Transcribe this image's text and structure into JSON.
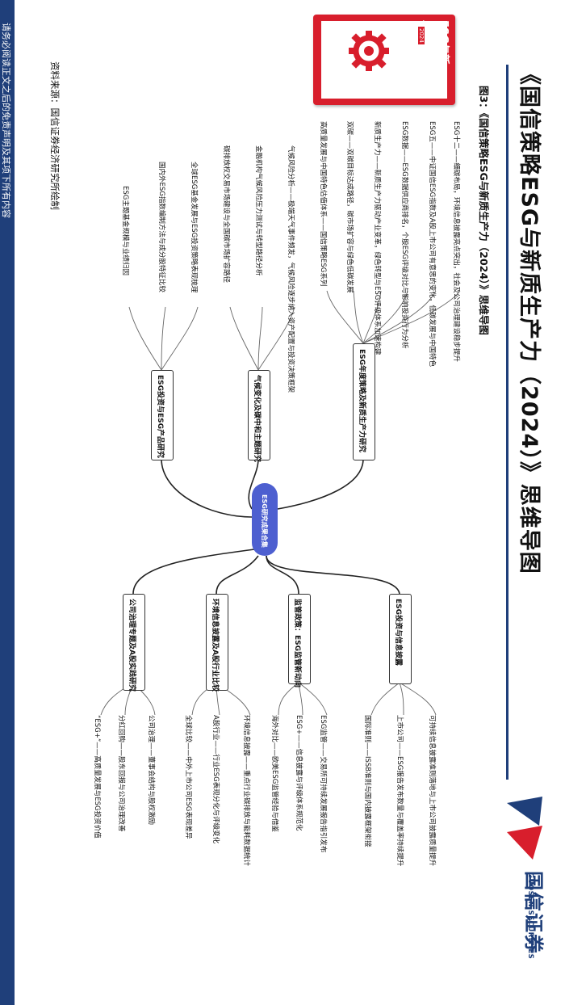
{
  "sidebar": {
    "disclaimer": "请务必阅读正文之后的免责声明及其项下所有内容"
  },
  "header": {
    "title": "《国信策略ESG与新质生产力（2024）》思维导图",
    "figure_title": "图3：《国信策略ESG与新质生产力（2024）》思维导图",
    "brand_cn": "国信证券",
    "brand_en": "GUOSEN SECURITIES"
  },
  "book_cover": {
    "title_line1": "ESG与新",
    "title_line2": "质生产力",
    "year": "2024"
  },
  "source": "资料来源：国信证券经济研究所绘制",
  "mindmap": {
    "center": "ESG研究成果合集",
    "branches_upper": [
      {
        "label": "ESG年度策略及新质生产力研究",
        "leaves": [
          "ESG十二——细碳布局，环境信息披露亮点突出，社会及公司治理建设稳步提升",
          "ESG五——中证国信ESG指数及A股上市公司有意思的变化，低碳发展与中国特色",
          "ESG数据——ESG数据供应商排名，个股ESG评级对比与影响投资行为分析",
          "新质生产力——新质生产力驱动产业变革，绿色转型与ESG评级体系加速构建",
          "双碳——双碳目标达成路径，碳市场扩容与绿色低碳发展",
          "高质量发展与中国特色估值体系——国信策略ESG系列"
        ]
      },
      {
        "label": "气候变化及碳中和主题研究",
        "leaves": [
          "气候风险分析——极端天气事件频发，气候风险逐步纳入资产配置与投资决策框架",
          "金融机构气候风险压力测试与转型路径分析",
          "碳排放权交易市场建设与全国碳市场扩容路径"
        ]
      },
      {
        "label": "ESG投资与ESG产品研究",
        "leaves": [
          "全球ESG基金发展与ESG投资策略表现梳理",
          "国内外ESG指数编制方法与成分股特征比较",
          "ESG主题基金规模与业绩归因"
        ]
      }
    ],
    "branches_lower": [
      {
        "label": "ESG投资与信息披露",
        "leaves": [
          "可持续信息披露准则落地与上市公司披露质量提升",
          "上市公司——ESG报告发布数量与覆盖率持续提升",
          "国际准则——ISSB准则与国内披露框架衔接"
        ]
      },
      {
        "label": "监管政策：ESG监管新动向",
        "leaves": [
          "ESG监管——交易所可持续发展报告指引发布",
          "ESG+——信息披露与评级体系规范化",
          "海外对比——欧美ESG监管经验与借鉴"
        ]
      },
      {
        "label": "环境信息披露及A股行业比较",
        "leaves": [
          "环境信息披露——重点行业碳排放与能耗数据统计",
          "A股行业——行业ESG表现分化与评级变化",
          "全球比较——中外上市公司ESG表现差异"
        ]
      },
      {
        "label": "公司治理专题及A股实践研究",
        "leaves": [
          "公司治理——董事会结构与股权激励",
          "分红回购——股东回报与公司治理改善",
          "“ESG+”——高质量发展与ESG投资价值"
        ]
      }
    ]
  },
  "colors": {
    "brand": "#1f3f7a",
    "central_node": "#4d5fd0",
    "book_red": "#d81e2c"
  }
}
